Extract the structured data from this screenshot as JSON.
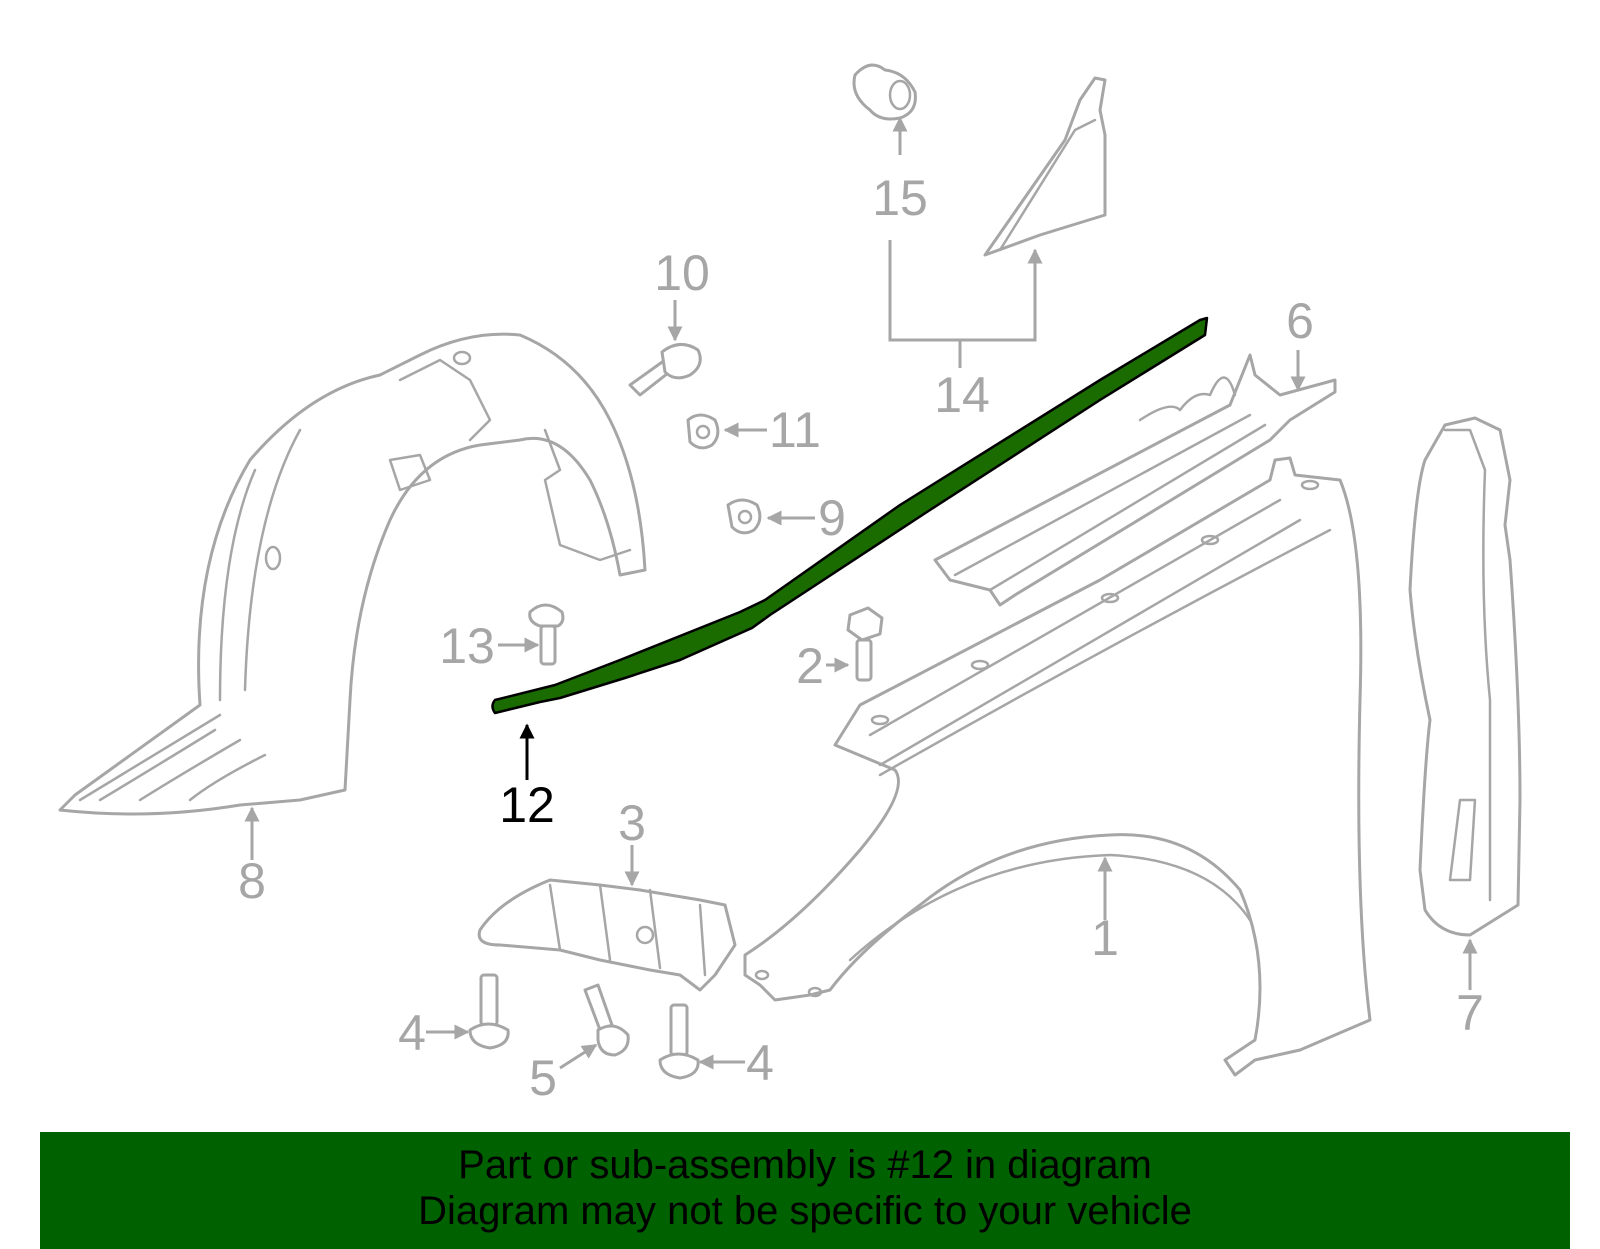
{
  "colors": {
    "highlight_part": "#1a6b00",
    "banner_background": "#006100",
    "line_art": "#a6a6a6",
    "highlight_label": "#000000"
  },
  "callouts": {
    "c1": "1",
    "c2": "2",
    "c3": "3",
    "c4a": "4",
    "c4b": "4",
    "c5": "5",
    "c6": "6",
    "c7": "7",
    "c8": "8",
    "c9": "9",
    "c10": "10",
    "c11": "11",
    "c12": "12",
    "c13": "13",
    "c14": "14",
    "c15": "15"
  },
  "highlighted_part": "12",
  "banner": {
    "line1": "Part or sub-assembly is #12 in diagram",
    "line2": "Diagram may not be specific to your vehicle"
  }
}
